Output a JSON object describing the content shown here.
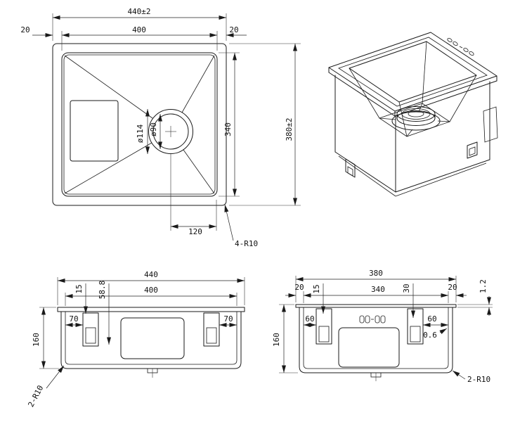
{
  "drawing": {
    "plan": {
      "overall_width": "440±2",
      "margin_left": "20",
      "inner_width": "400",
      "margin_right": "20",
      "overall_depth": "380±2",
      "inner_depth": "340",
      "drain_outer_dia": "ø114",
      "drain_inner_dia": "ø90",
      "drain_offset": "120",
      "corner_radius_note": "4-R10"
    },
    "front": {
      "overall_width": "440",
      "inner_width": "400",
      "clip_inset": "15",
      "recess_depth": "58.8",
      "clip_gap_left": "70",
      "clip_gap_right": "70",
      "height": "160",
      "corner_radius_note": "2-R10"
    },
    "side": {
      "overall_depth": "380",
      "margin_left": "20",
      "clip_inset": "15",
      "inner_depth": "340",
      "clip_inset_right": "30",
      "margin_right": "20",
      "rim_thickness": "1.2",
      "clip_gap_left": "60",
      "clip_gap_right": "60",
      "wall_thickness": "0.6",
      "height": "160",
      "corner_radius_note": "2-R10"
    }
  }
}
